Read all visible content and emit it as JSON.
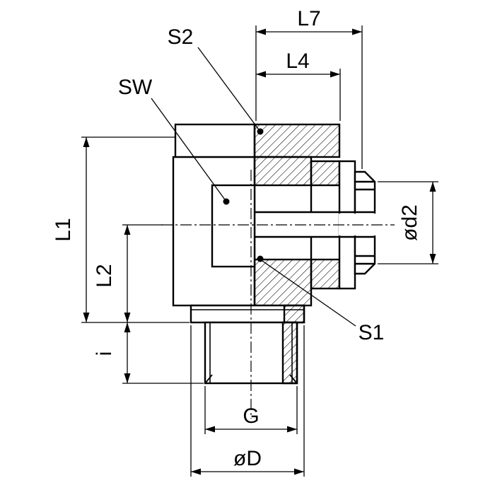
{
  "diagram": {
    "type": "technical-drawing",
    "subject": "threaded-fitting-cross-section",
    "colors": {
      "line": "#000000",
      "background": "#ffffff"
    },
    "labels": {
      "l7": "L7",
      "l4": "L4",
      "s2": "S2",
      "sw": "SW",
      "l1": "L1",
      "l2": "L2",
      "i": "i",
      "od2": "ød2",
      "s1": "S1",
      "g": "G",
      "od": "øD"
    }
  }
}
